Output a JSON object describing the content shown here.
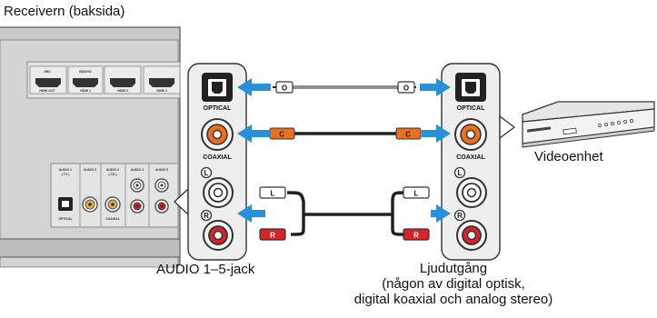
{
  "title": "Receivern (baksida)",
  "receiver": {
    "hdmi_labels": [
      "HDMI OUT",
      "HDMI 1",
      "HDMI 2",
      "HDMI 3"
    ],
    "hdmi_top_labels": [
      "ARC",
      "BD/DVD"
    ],
    "audio_headers": [
      "AUDIO 1",
      "AUDIO 2",
      "AUDIO 3",
      "AUDIO 4",
      "AUDIO 5"
    ],
    "audio_subheaders": [
      "( TV )",
      "",
      "( CD )",
      "",
      ""
    ],
    "small_labels": [
      "OPTICAL",
      "COAXIAL"
    ]
  },
  "left_panel": {
    "optical_label": "OPTICAL",
    "coaxial_label": "COAXIAL",
    "left_label": "L",
    "right_label": "R"
  },
  "right_panel": {
    "optical_label": "OPTICAL",
    "coaxial_label": "COAXIAL",
    "left_label": "L",
    "right_label": "R"
  },
  "cables": {
    "optical_plug": "O",
    "coaxial_plug": "C",
    "left_plug": "L",
    "right_plug": "R"
  },
  "captions": {
    "audio_jack": "AUDIO 1–5-jack",
    "output": [
      "Ljudutgång",
      "(någon av digital optisk,",
      "digital koaxial och analog stereo)"
    ],
    "video_device": "Videoenhet"
  },
  "colors": {
    "arrow": "#2a8fd6",
    "coax_orange": "#e8701e",
    "right_red": "#d8232a",
    "panel_fill": "#eeeeee",
    "receiver_fill": "#c8c8c8"
  }
}
